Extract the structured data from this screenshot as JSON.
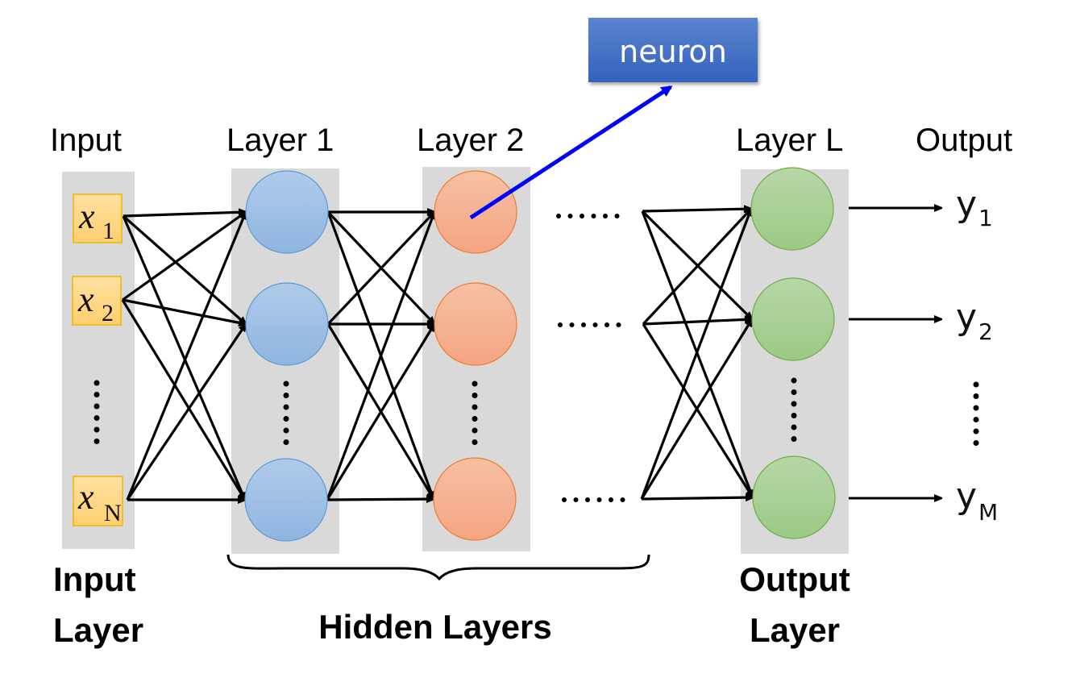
{
  "diagram": {
    "title": "Feed-forward neural network",
    "callout": {
      "label": "neuron",
      "color": "#4472c4",
      "arrow_color": "#0000ff"
    },
    "column_headers": {
      "input": "Input",
      "layer1": "Layer 1",
      "layer2": "Layer 2",
      "layerL": "Layer L",
      "output": "Output"
    },
    "bottom_labels": {
      "input_layer_line1": "Input",
      "input_layer_line2": "Layer",
      "hidden_layers": "Hidden Layers",
      "output_layer_line1": "Output",
      "output_layer_line2": "Layer"
    },
    "inputs": [
      {
        "var": "x",
        "sub": "1"
      },
      {
        "var": "x",
        "sub": "2"
      },
      {
        "var": "x",
        "sub": "N"
      }
    ],
    "outputs": [
      {
        "var": "y",
        "sub": "1"
      },
      {
        "var": "y",
        "sub": "2"
      },
      {
        "var": "y",
        "sub": "M"
      }
    ],
    "ellipsis_vertical": "……",
    "ellipsis_horizontal": "……",
    "colors": {
      "layer_panel": "#d9d9d9",
      "input_box_fill": "#ffd98a",
      "input_box_stroke": "#f0b400",
      "layer1_fill": "#9dc3e6",
      "layer1_stroke": "#5b9bd5",
      "layer2_fill": "#f4b183",
      "layer2_stroke": "#ed7d31",
      "layerL_fill": "#a9d18e",
      "layerL_stroke": "#70ad47",
      "edge": "#000000"
    }
  }
}
